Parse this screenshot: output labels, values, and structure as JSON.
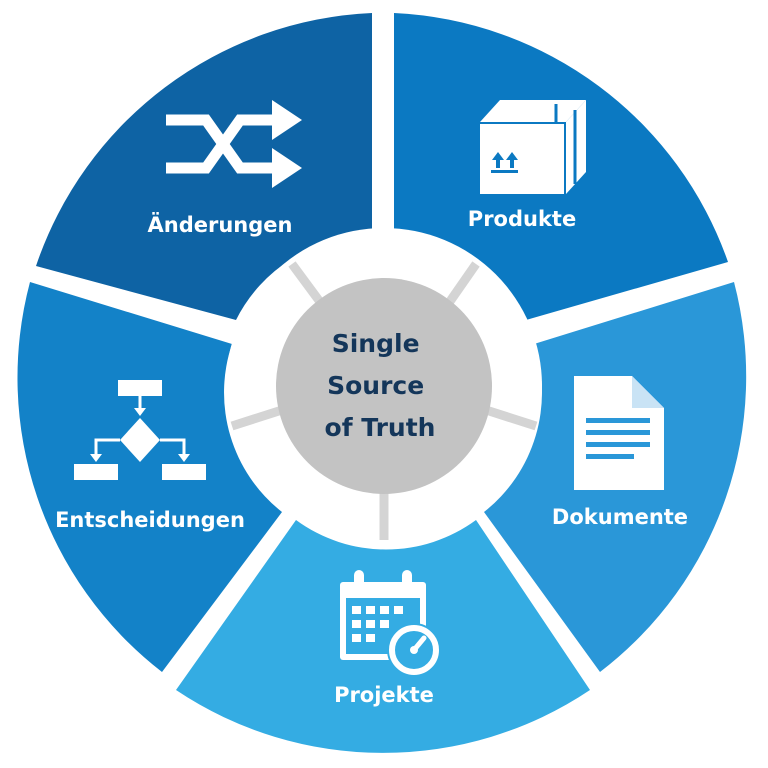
{
  "center": {
    "lines": [
      "Single",
      "Source",
      "of Truth"
    ]
  },
  "segments": [
    {
      "label": "Änderungen",
      "icon": "shuffle-icon",
      "color": "#0e63a4"
    },
    {
      "label": "Produkte",
      "icon": "box-icon",
      "color": "#0b79c2"
    },
    {
      "label": "Dokumente",
      "icon": "document-icon",
      "color": "#2a97d8"
    },
    {
      "label": "Projekte",
      "icon": "calendar-clock-icon",
      "color": "#34ace3"
    },
    {
      "label": "Entscheidungen",
      "icon": "flowchart-icon",
      "color": "#1382c8"
    }
  ],
  "colors": {
    "ring": "#ffffff",
    "spokes": "#d4d4d4",
    "center_fill": "#c3c3c3",
    "center_text": "#14365a"
  }
}
